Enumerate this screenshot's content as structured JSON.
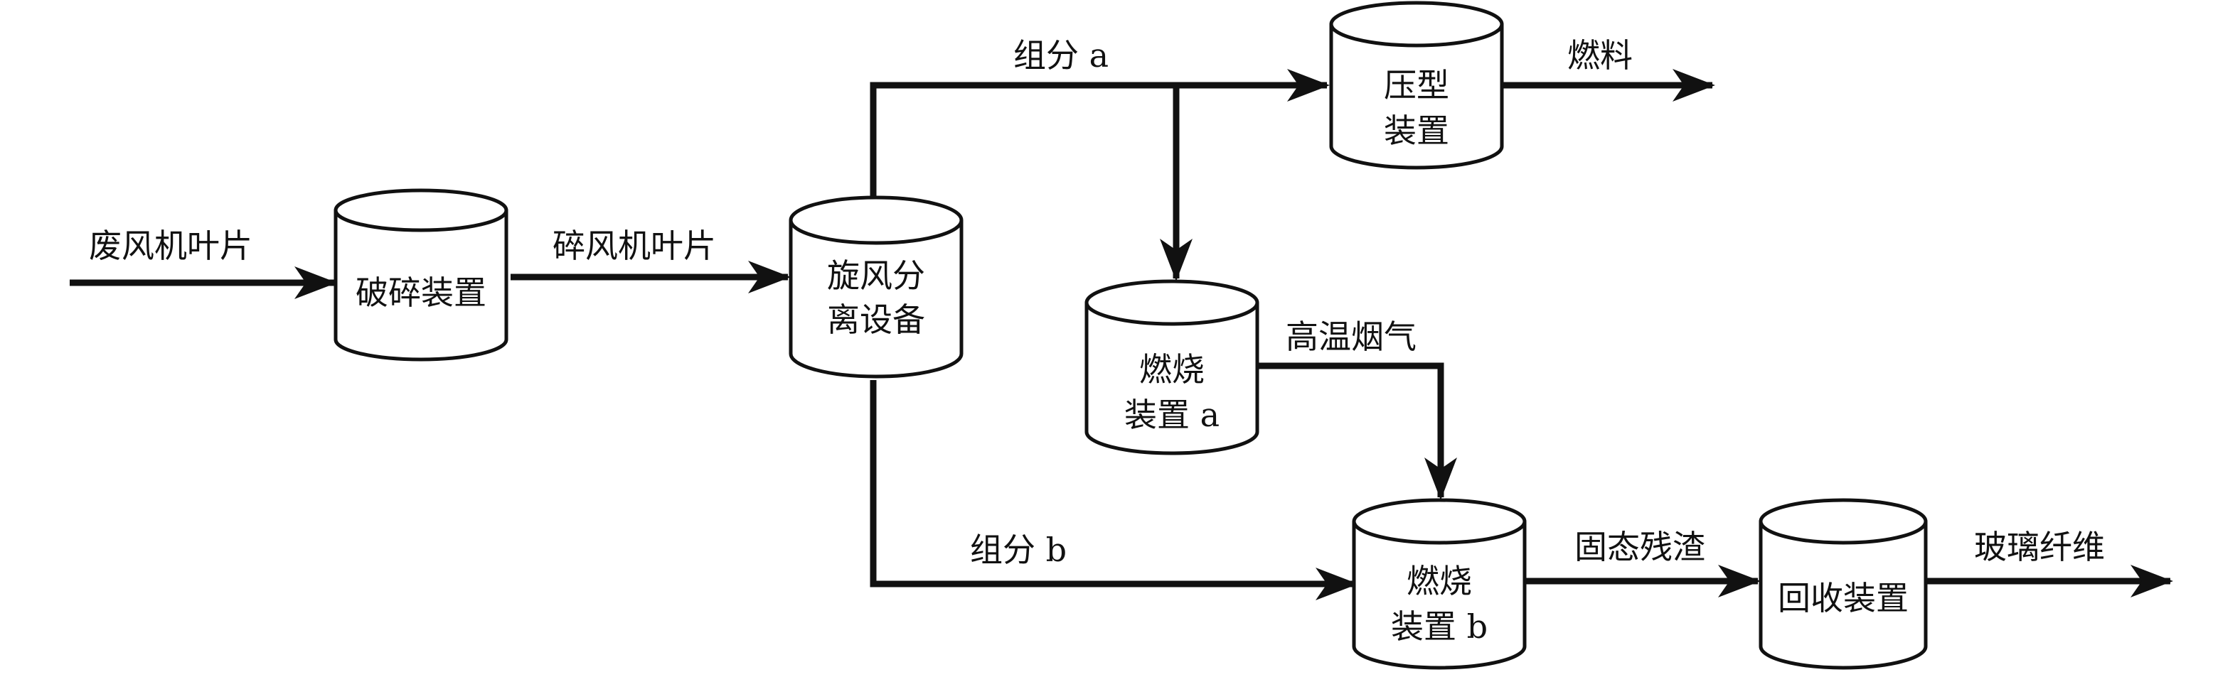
{
  "diagram": {
    "nodes": {
      "crusher": {
        "lines": [
          "破碎装置"
        ]
      },
      "cyclone": {
        "lines": [
          "旋风分",
          "离设备"
        ]
      },
      "press": {
        "lines": [
          "压型",
          "装置"
        ]
      },
      "burner_a": {
        "lines": [
          "燃烧",
          "装置 a"
        ]
      },
      "burner_b": {
        "lines": [
          "燃烧",
          "装置 b"
        ]
      },
      "recovery": {
        "lines": [
          "回收装置"
        ]
      }
    },
    "labels": {
      "waste_blades": "废风机叶片",
      "crushed_blades": "碎风机叶片",
      "component_a": "组分 a",
      "fuel": "燃料",
      "flue_gas": "高温烟气",
      "component_b": "组分 b",
      "solid_residue": "固态残渣",
      "glass_fiber": "玻璃纤维"
    }
  }
}
